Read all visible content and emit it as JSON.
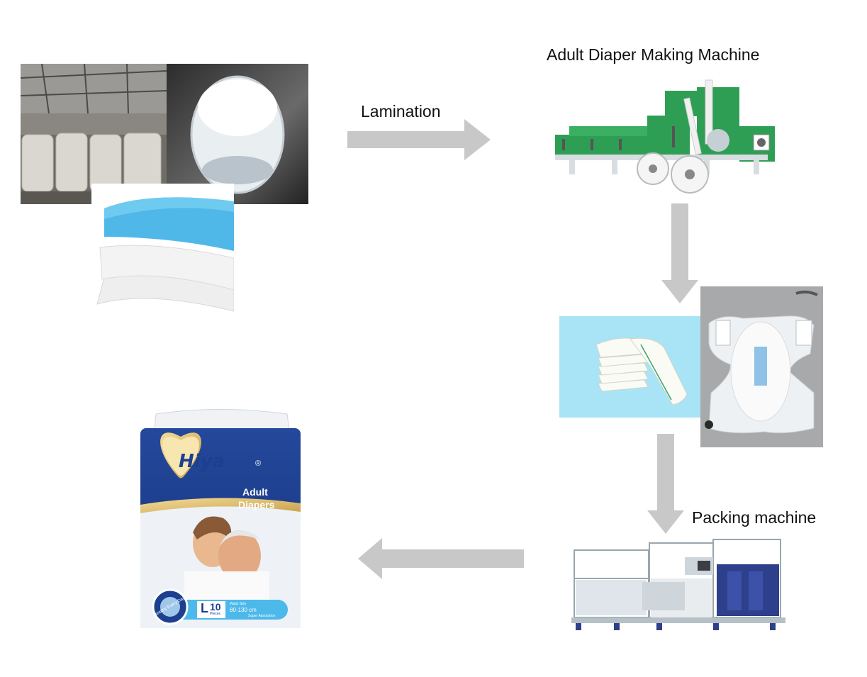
{
  "labels": {
    "lamination": "Lamination",
    "machine": "Adult Diaper Making Machine",
    "packing": "Packing machine"
  },
  "product_pack": {
    "brand": "Hiya",
    "registered": "®",
    "line1": "Adult",
    "line2": "Diapers",
    "size": "L",
    "count": "10",
    "count_unit": "Pieces",
    "waist_caption": "Waist Size",
    "waist_range": "80-130 cm",
    "absorption": "Super Absorption",
    "badge": "Healthy Every Day"
  },
  "colors": {
    "arrow": "#c8c8c8",
    "machine_green": "#2f9e55",
    "pack_blue": "#1d3f8f",
    "pack_gold": "#d4b061",
    "nonwoven_blue": "#4fb8e8",
    "product_bg": "#a8e4f5"
  },
  "icons": {
    "arrow_right": "arrow-right-icon",
    "arrow_down": "arrow-down-icon",
    "arrow_left": "arrow-left-icon"
  }
}
